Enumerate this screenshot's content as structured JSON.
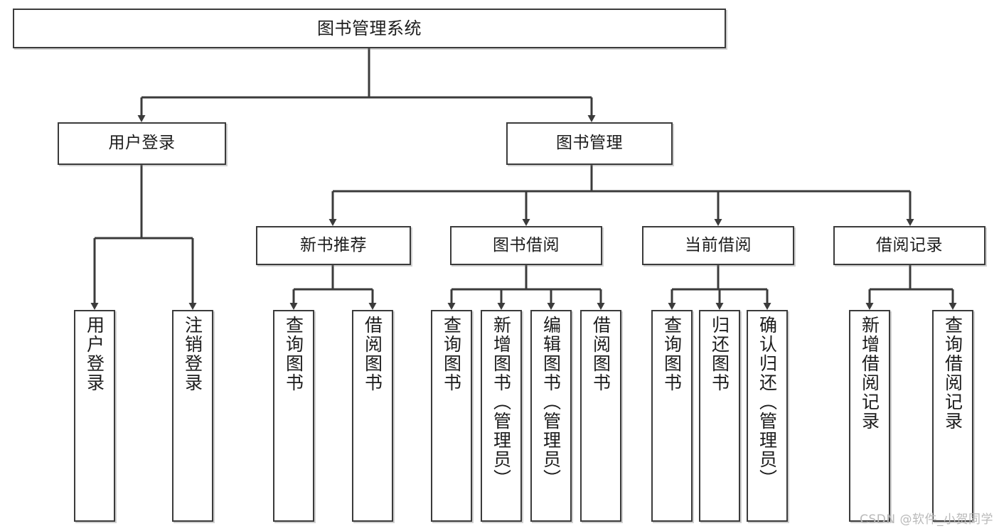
{
  "diagram": {
    "title": "图书管理系统",
    "watermark": "CSDN @软件_小贺同学",
    "root": {
      "label": "图书管理系统"
    },
    "level1": [
      {
        "label": "用户登录"
      },
      {
        "label": "图书管理"
      }
    ],
    "level2": [
      {
        "label": "新书推荐"
      },
      {
        "label": "图书借阅"
      },
      {
        "label": "当前借阅"
      },
      {
        "label": "借阅记录"
      }
    ],
    "leaves": {
      "user_login": [
        {
          "label": "用户登录"
        },
        {
          "label": "注销登录"
        }
      ],
      "new_book_recommend": [
        {
          "label": "查询图书"
        },
        {
          "label": "借阅图书"
        }
      ],
      "book_borrow": [
        {
          "label": "查询图书"
        },
        {
          "label": "新增图书（管理员）"
        },
        {
          "label": "编辑图书（管理员）"
        },
        {
          "label": "借阅图书"
        }
      ],
      "current_borrow": [
        {
          "label": "查询图书"
        },
        {
          "label": "归还图书"
        },
        {
          "label": "确认归还（管理员）"
        }
      ],
      "borrow_record": [
        {
          "label": "新增借阅记录"
        },
        {
          "label": "查询借阅记录"
        }
      ]
    },
    "colors": {
      "stroke": "#3b3b3b",
      "fill": "#ffffff",
      "text": "#1c1c1c",
      "watermark": "#b9b9b9"
    }
  }
}
